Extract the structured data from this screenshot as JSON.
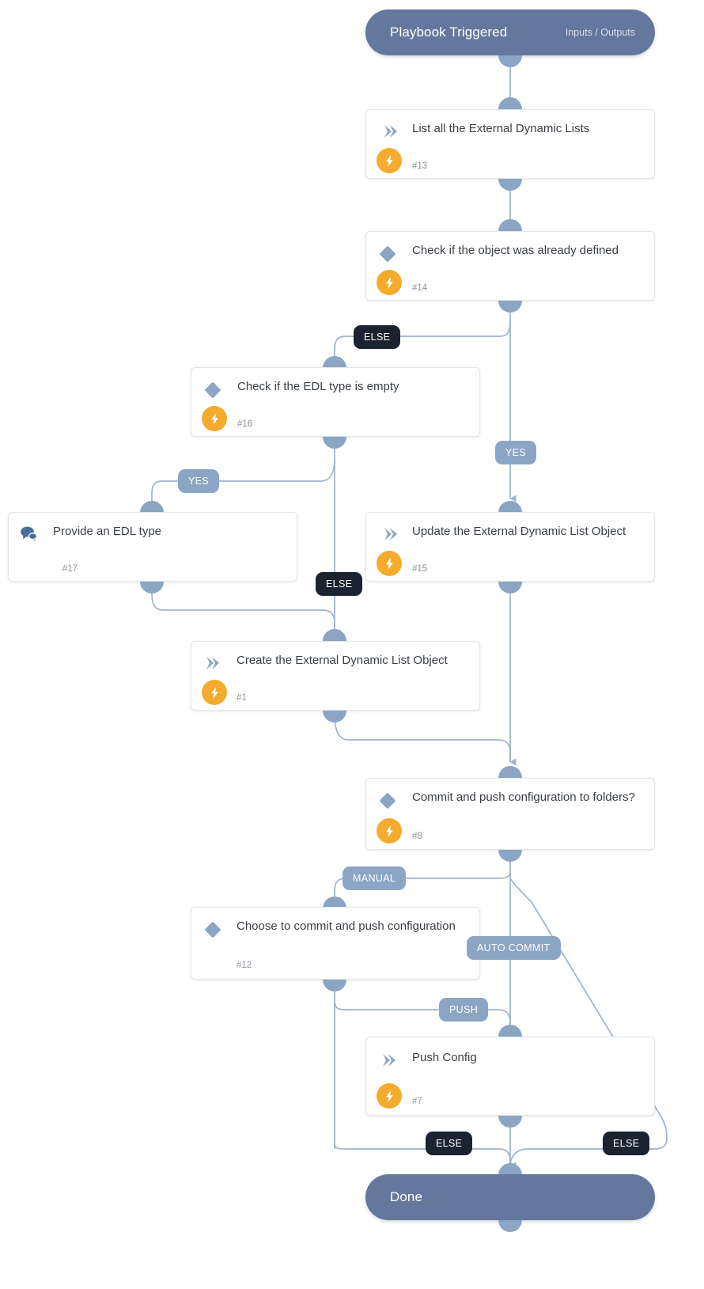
{
  "diagram": {
    "type": "playbook-workflow",
    "colors": {
      "pill": "#64779d",
      "connector": "#8ba6c4",
      "edge_line": "#9fb4cc",
      "label_blue": "#8ba6c4",
      "label_dark": "#1b2330",
      "bolt": "#f5ab2e",
      "card_border": "#e3e5e8",
      "card_bg": "#ffffff",
      "text": "#3a3f45",
      "muted_text": "#8d9299"
    },
    "start": {
      "title": "Playbook Triggered",
      "subtitle": "Inputs / Outputs"
    },
    "end": {
      "title": "Done"
    },
    "nodes": [
      {
        "id": "n13",
        "title": "List all the External Dynamic Lists",
        "number": "#13",
        "icon": "chevron-right-icon",
        "has_bolt": true
      },
      {
        "id": "n14",
        "title": "Check if the object was already defined",
        "number": "#14",
        "icon": "diamond-icon",
        "has_bolt": true
      },
      {
        "id": "n16",
        "title": "Check if the EDL type is empty",
        "number": "#16",
        "icon": "diamond-icon",
        "has_bolt": true
      },
      {
        "id": "n17",
        "title": "Provide an EDL type",
        "number": "#17",
        "icon": "chat-bubble-icon",
        "has_bolt": false
      },
      {
        "id": "n15",
        "title": "Update the External Dynamic List Object",
        "number": "#15",
        "icon": "chevron-right-icon",
        "has_bolt": true
      },
      {
        "id": "n1",
        "title": "Create the External Dynamic List Object",
        "number": "#1",
        "icon": "chevron-right-icon",
        "has_bolt": true
      },
      {
        "id": "n8",
        "title": "Commit and push configuration to folders?",
        "number": "#8",
        "icon": "diamond-icon",
        "has_bolt": true
      },
      {
        "id": "n12",
        "title": "Choose to commit and push configuration",
        "number": "#12",
        "icon": "diamond-icon",
        "has_bolt": false
      },
      {
        "id": "n7",
        "title": "Push Config",
        "number": "#7",
        "icon": "chevron-right-icon",
        "has_bolt": true
      }
    ],
    "edge_labels": [
      {
        "id": "l1",
        "text": "ELSE",
        "style": "dark",
        "from": "n14",
        "to": "n16"
      },
      {
        "id": "l2",
        "text": "YES",
        "style": "blue",
        "from": "n14",
        "to": "n15"
      },
      {
        "id": "l3",
        "text": "YES",
        "style": "blue",
        "from": "n16",
        "to": "n17"
      },
      {
        "id": "l4",
        "text": "ELSE",
        "style": "dark",
        "from": "n16",
        "to": "n1"
      },
      {
        "id": "l5",
        "text": "MANUAL",
        "style": "blue",
        "from": "n8",
        "to": "n12"
      },
      {
        "id": "l6",
        "text": "AUTO COMMIT",
        "style": "blue",
        "from": "n8",
        "to": "n7"
      },
      {
        "id": "l7",
        "text": "PUSH",
        "style": "blue",
        "from": "n12",
        "to": "n7"
      },
      {
        "id": "l8",
        "text": "ELSE",
        "style": "dark",
        "from": "n12",
        "to": "end"
      },
      {
        "id": "l9",
        "text": "ELSE",
        "style": "dark",
        "from": "n8",
        "to": "end"
      }
    ]
  }
}
